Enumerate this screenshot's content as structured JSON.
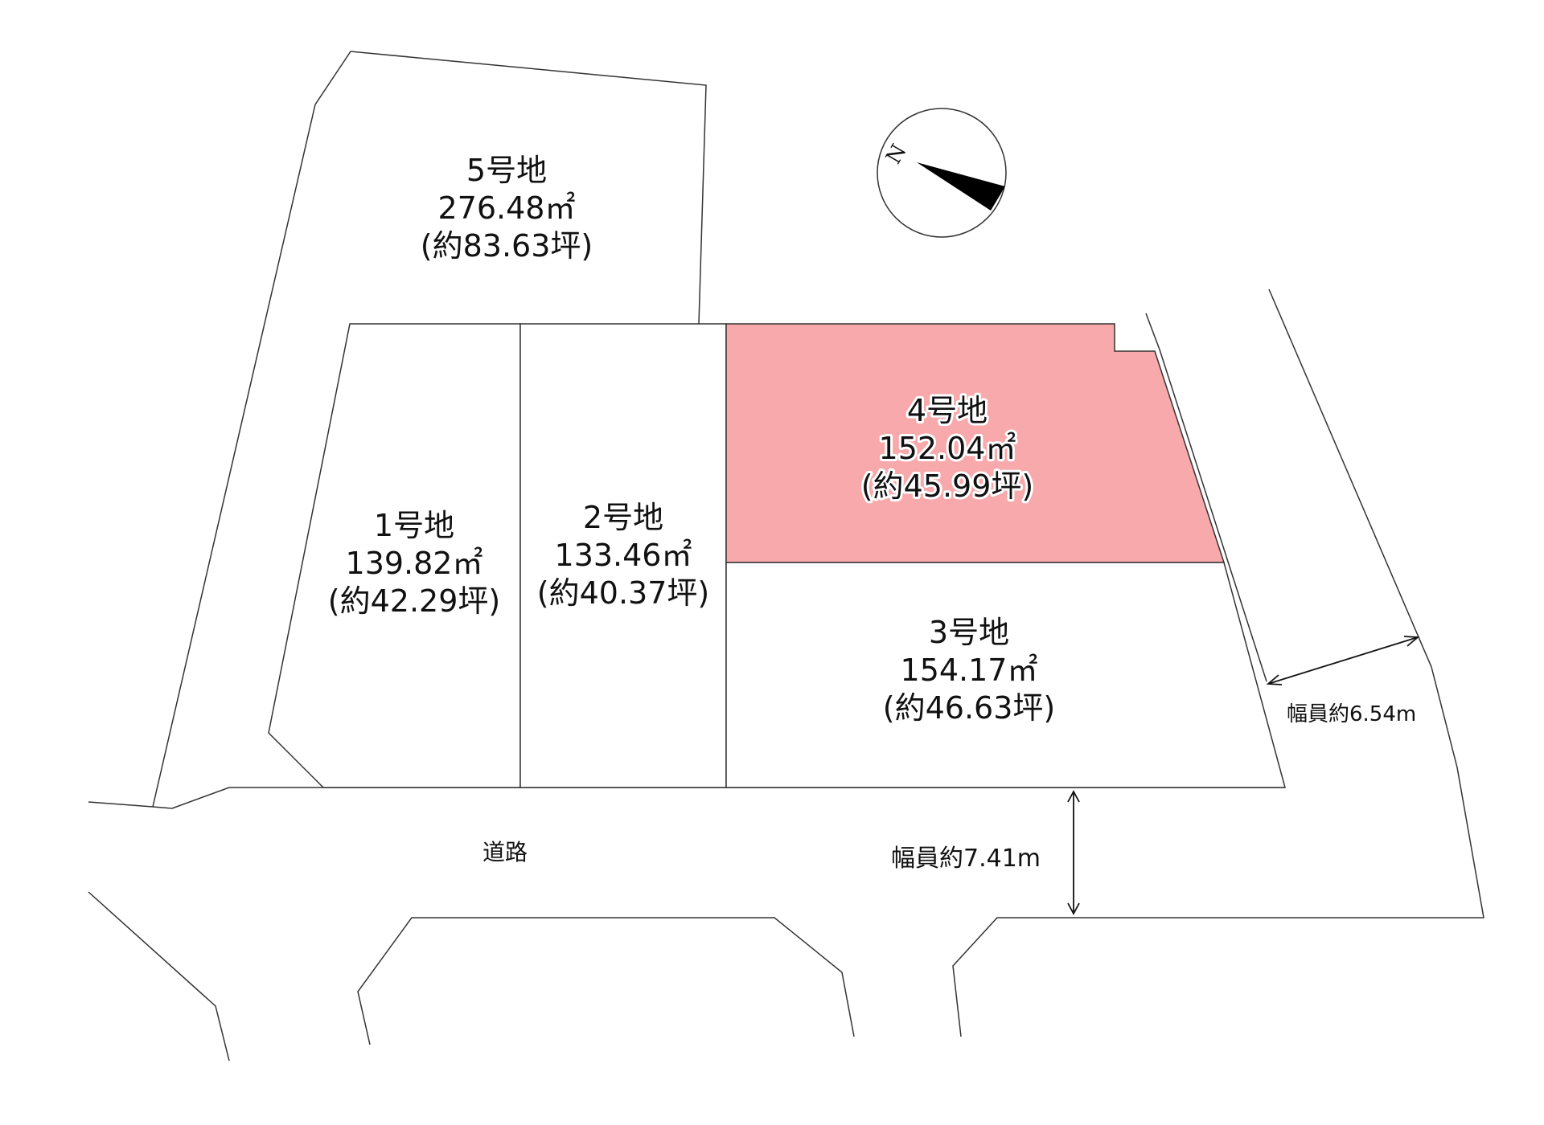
{
  "lots": [
    {
      "id": "lot-5",
      "name": "5号地",
      "area": "276.48㎡",
      "tsubo": "(約83.63坪)",
      "highlight": false
    },
    {
      "id": "lot-1",
      "name": "1号地",
      "area": "139.82㎡",
      "tsubo": "(約42.29坪)",
      "highlight": false
    },
    {
      "id": "lot-2",
      "name": "2号地",
      "area": "133.46㎡",
      "tsubo": "(約40.37坪)",
      "highlight": false
    },
    {
      "id": "lot-4",
      "name": "4号地",
      "area": "152.04㎡",
      "tsubo": "(約45.99坪)",
      "highlight": true
    },
    {
      "id": "lot-3",
      "name": "3号地",
      "area": "154.17㎡",
      "tsubo": "(約46.63坪)",
      "highlight": false
    }
  ],
  "road": {
    "label": "道路",
    "width_main": "幅員約7.41m",
    "width_side": "幅員約6.54m"
  },
  "compass": {
    "north_label": "N"
  },
  "colors": {
    "highlight_fill": "#f8a9ab",
    "line": "#333333"
  }
}
